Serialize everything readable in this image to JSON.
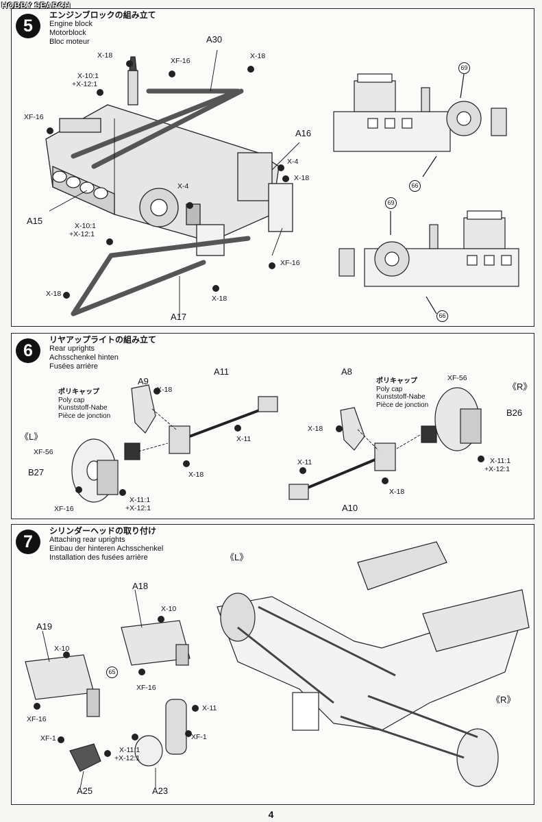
{
  "watermark": "HOBBY SEARCH",
  "page_number": "4",
  "step5": {
    "number": "5",
    "title_jp": "エンジンブロックの組み立て",
    "title_en": "Engine block",
    "title_de": "Motorblock",
    "title_fr": "Bloc moteur",
    "parts": [
      "A30",
      "A16",
      "A15",
      "A17"
    ],
    "screws": [
      "X-18",
      "XF-16",
      "X-10:1",
      "+X-12:1",
      "XF-16",
      "X-18",
      "X-4",
      "X-18",
      "X-4",
      "X-10:1",
      "+X-12:1",
      "XF-16",
      "X-18",
      "X-18"
    ],
    "refs": [
      "69",
      "66",
      "69",
      "66"
    ]
  },
  "step6": {
    "number": "6",
    "title_jp": "リヤアップライトの組み立て",
    "title_en": "Rear uprights",
    "title_de": "Achsschenkel hinten",
    "title_fr": "Fusées arrière",
    "side_left": "《L》",
    "side_right": "《R》",
    "parts": [
      "A9",
      "A11",
      "A8",
      "B26",
      "B27",
      "A10"
    ],
    "polycap": {
      "jp": "ポリキャップ",
      "en": "Poly cap",
      "de": "Kunststoff-Nabe",
      "fr": "Pièce de jonction"
    },
    "screws": [
      "X-18",
      "X-11",
      "XF-56",
      "X-18",
      "XF-16",
      "X-11:1",
      "+X-12:1",
      "XF-56",
      "X-18",
      "X-11",
      "X-11:1",
      "+X-12:1",
      "X-18"
    ]
  },
  "step7": {
    "number": "7",
    "title_jp": "シリンダーヘッドの取り付け",
    "title_en": "Attaching rear uprights",
    "title_de": "Einbau der hinteren Achsschenkel",
    "title_fr": "Installation des fusées arrière",
    "side_left": "《L》",
    "side_right": "《R》",
    "parts": [
      "A18",
      "A19",
      "A25",
      "A23"
    ],
    "screws": [
      "X-10",
      "X-10",
      "XF-16",
      "XF-16",
      "X-11",
      "XF-1",
      "XF-1",
      "X-11:1",
      "+X-12:1"
    ],
    "refs": [
      "65"
    ]
  }
}
